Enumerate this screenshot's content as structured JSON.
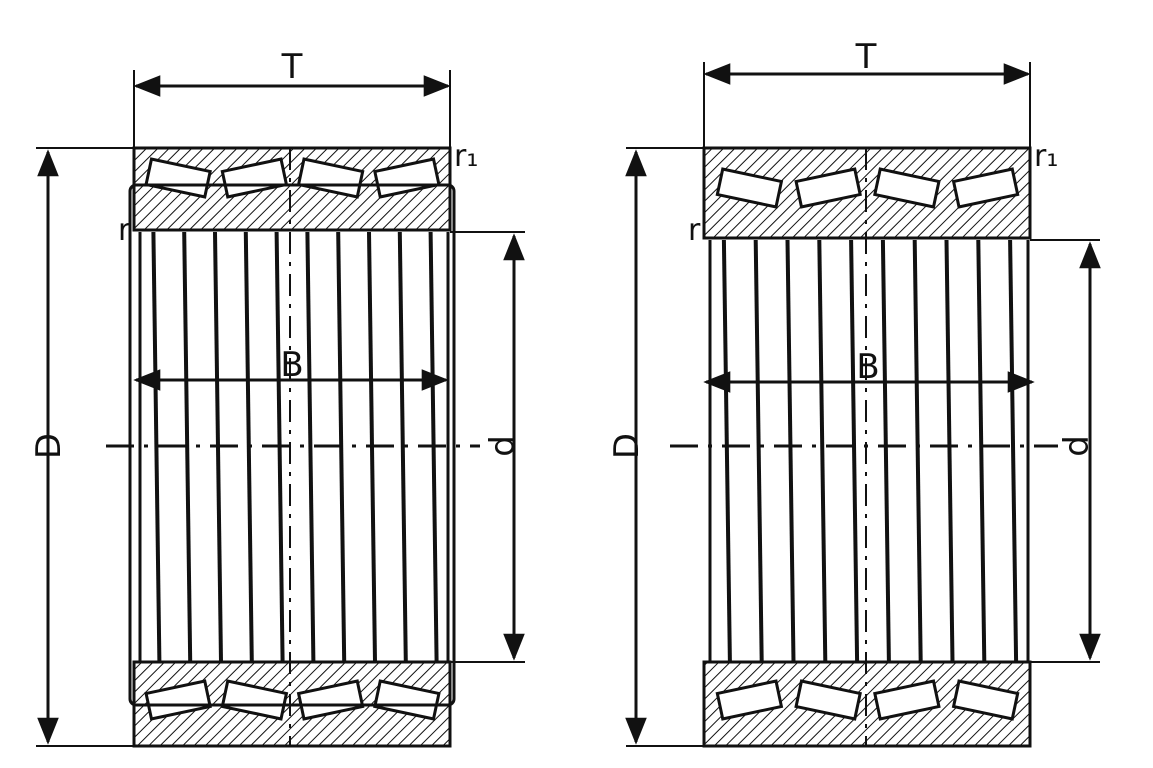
{
  "diagrams": [
    {
      "id": "left",
      "labels": {
        "T": "T",
        "B": "B",
        "D": "D",
        "d": "d",
        "r": "r",
        "r1": "r₁"
      }
    },
    {
      "id": "right",
      "labels": {
        "T": "T",
        "B": "B",
        "D": "D",
        "d": "d",
        "r": "r",
        "r1": "r₁"
      }
    }
  ],
  "colors": {
    "ink": "#111111",
    "paper": "#ffffff"
  }
}
